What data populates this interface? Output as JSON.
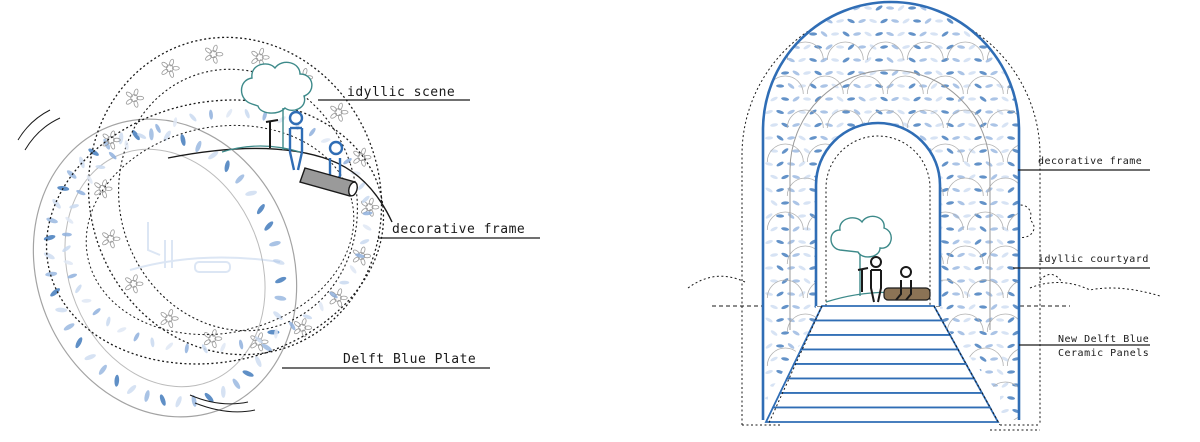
{
  "colors": {
    "delft_blue": "#2f6db5",
    "delft_light": "#8fb0dd",
    "delft_pale": "#c9d9f0",
    "ink": "#1a1a1a",
    "grey": "#9a9a9a",
    "teal": "#3d8a8a",
    "wood": "#8b7355"
  },
  "left_diagram": {
    "labels": {
      "scene": "idyllic scene",
      "frame": "decorative frame",
      "plate": "Delft Blue Plate"
    },
    "icons": [
      "tree-icon",
      "person-standing-icon",
      "person-sitting-icon",
      "bench-log-icon"
    ]
  },
  "right_diagram": {
    "labels": {
      "frame": "decorative frame",
      "courtyard": "idyllic courtyard",
      "panels_line1": "New Delft Blue",
      "panels_line2": "Ceramic Panels"
    },
    "icons": [
      "tree-icon",
      "person-standing-icon",
      "person-sitting-icon",
      "bench-log-icon",
      "staircase-icon"
    ]
  }
}
